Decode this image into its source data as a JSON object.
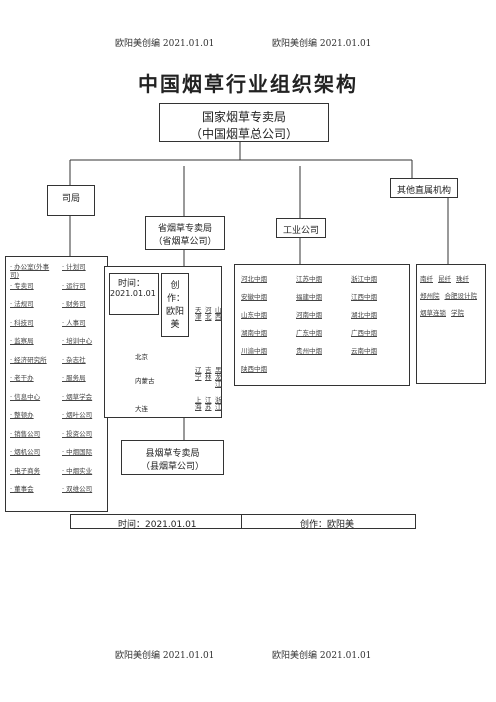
{
  "header": {
    "left": "欧阳美创编 2021.01.01",
    "right": "欧阳美创编 2021.01.01"
  },
  "footer": {
    "left": "欧阳美创编 2021.01.01",
    "right": "欧阳美创编 2021.01.01"
  },
  "title": "中国烟草行业组织架构",
  "root": {
    "line1": "国家烟草专卖局",
    "line2": "（中国烟草总公司）"
  },
  "branches": {
    "siju": "司局",
    "other": "其他直属机构",
    "province": {
      "line1": "省烟草专卖局",
      "line2": "（省烟草公司）"
    },
    "industry": "工业公司",
    "county": {
      "line1": "县烟草专卖局",
      "line2": "（县烟草公司）"
    }
  },
  "siju_items": [
    [
      "办公室(外事司)",
      "计划司"
    ],
    [
      "专卖司",
      "运行司"
    ],
    [
      "法规司",
      "财务司"
    ],
    [
      "科技司",
      "人事司"
    ],
    [
      "监察局",
      "培训中心"
    ],
    [
      "经济研究所",
      "杂志社"
    ],
    [
      "老干办",
      "服务局"
    ],
    [
      "信息中心",
      "烟草学会"
    ],
    [
      "整顿办",
      "烟叶公司"
    ],
    [
      "销售公司",
      "投资公司"
    ],
    [
      "烟机公司",
      "中烟国际"
    ],
    [
      "电子商务",
      "中烟实业"
    ],
    [
      "董事会",
      "双维公司"
    ]
  ],
  "stamp": {
    "time_label": "时间：",
    "time_value": "2021.01.01",
    "author_label": "创作：",
    "author_value": "欧阳美"
  },
  "provinces_col_a": [
    "北京",
    "内蒙古",
    "大连"
  ],
  "provinces_vertical": [
    {
      "c1": "天津",
      "c2": "河北",
      "c3": "山西"
    },
    {
      "c1": "辽宁",
      "c2": "吉林",
      "c3": "黑龙江"
    },
    {
      "c1": "上海",
      "c2": "江苏",
      "c3": "浙江"
    }
  ],
  "industry_grid": [
    [
      "河北中烟",
      "江苏中烟",
      "浙江中烟"
    ],
    [
      "安徽中烟",
      "福建中烟",
      "江西中烟"
    ],
    [
      "山东中烟",
      "河南中烟",
      "湖北中烟"
    ],
    [
      "湖南中烟",
      "广东中烟",
      "广西中烟"
    ],
    [
      "川渝中烟",
      "贵州中烟",
      "云南中烟"
    ],
    [
      "陕西中烟",
      "",
      ""
    ]
  ],
  "other_items": [
    "南纤",
    "昆纤",
    "珠纤",
    "郑州院",
    "合肥设计院",
    "烟草连锁",
    "学院"
  ],
  "bottom_bar": {
    "time": "时间：2021.01.01",
    "author": "创作：欧阳美"
  }
}
